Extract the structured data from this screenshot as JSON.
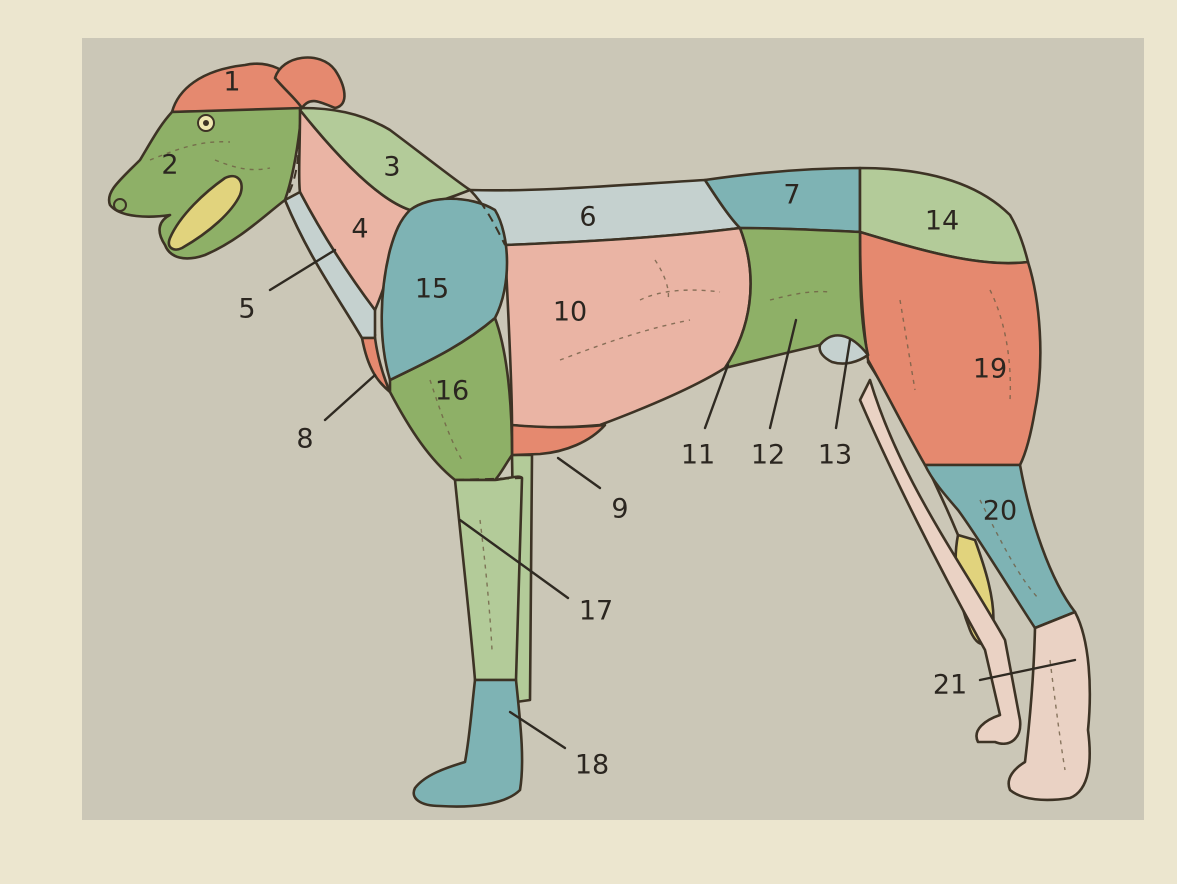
{
  "colors": {
    "page": "#ece6cf",
    "panel": "#cbc7b7",
    "pink": "#eab4a4",
    "salmon": "#e5896f",
    "green": "#8eb067",
    "light_green": "#b3cb99",
    "blue": "#7eb3b4",
    "pale_blue": "#c5d1cf",
    "yellow": "#e1d37d"
  },
  "regions": [
    {
      "id": "1",
      "label": "1",
      "color": "salmon"
    },
    {
      "id": "2",
      "label": "2",
      "color": "green"
    },
    {
      "id": "3",
      "label": "3",
      "color": "light_green"
    },
    {
      "id": "4",
      "label": "4",
      "color": "pink"
    },
    {
      "id": "5",
      "label": "5",
      "color": "pale_blue"
    },
    {
      "id": "6",
      "label": "6",
      "color": "pale_blue"
    },
    {
      "id": "7",
      "label": "7",
      "color": "blue"
    },
    {
      "id": "8",
      "label": "8",
      "color": "salmon"
    },
    {
      "id": "9",
      "label": "9",
      "color": "salmon"
    },
    {
      "id": "10",
      "label": "10",
      "color": "pink"
    },
    {
      "id": "11",
      "label": "11",
      "color": "green"
    },
    {
      "id": "12",
      "label": "12",
      "color": "green"
    },
    {
      "id": "13",
      "label": "13",
      "color": "pale_blue"
    },
    {
      "id": "14",
      "label": "14",
      "color": "light_green"
    },
    {
      "id": "15",
      "label": "15",
      "color": "blue"
    },
    {
      "id": "16",
      "label": "16",
      "color": "green"
    },
    {
      "id": "17",
      "label": "17",
      "color": "light_green"
    },
    {
      "id": "18",
      "label": "18",
      "color": "blue"
    },
    {
      "id": "19",
      "label": "19",
      "color": "salmon"
    },
    {
      "id": "20",
      "label": "20",
      "color": "blue"
    },
    {
      "id": "21",
      "label": "21",
      "color": "pink"
    }
  ]
}
